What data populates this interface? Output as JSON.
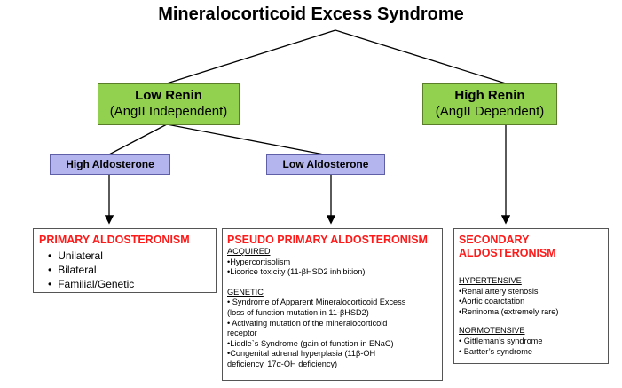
{
  "title": "Mineralocorticoid Excess Syndrome",
  "low_renin": {
    "line1": "Low Renin",
    "line2": "(AngII Independent)"
  },
  "high_renin": {
    "line1": "High Renin",
    "line2": "(AngII Dependent)"
  },
  "high_aldo": "High Aldosterone",
  "low_aldo": "Low Aldosterone",
  "primary": {
    "title": "PRIMARY ALDOSTERONISM",
    "items": [
      "Unilateral",
      "Bilateral",
      "Familial/Genetic"
    ]
  },
  "pseudo": {
    "title": "PSEUDO PRIMARY ALDOSTERONISM",
    "acquired_heading": "ACQUIRED",
    "acquired_items": [
      "•Hypercortisolism",
      "•Licorice toxicity (11-βHSD2 inhibition)"
    ],
    "genetic_heading": "GENETIC",
    "genetic_items": [
      "• Syndrome of Apparent Mineralocorticoid Excess",
      "(loss of function mutation in 11-βHSD2)",
      "• Activating mutation of the mineralocorticoid",
      "receptor",
      "•Liddle`s Syndrome (gain of function in ENaC)",
      "•Congenital adrenal hyperplasia (11β-OH",
      "deficiency, 17α-OH deficiency)"
    ]
  },
  "secondary": {
    "title_line1": "SECONDARY",
    "title_line2": "ALDOSTERONISM",
    "hypertensive_heading": "HYPERTENSIVE",
    "hypertensive_items": [
      "•Renal artery stenosis",
      "•Aortic coarctation",
      "•Reninoma (extremely rare)"
    ],
    "normotensive_heading": "NORMOTENSIVE",
    "normotensive_items": [
      "• Gittleman’s syndrome",
      "• Bartter’s syndrome"
    ]
  }
}
